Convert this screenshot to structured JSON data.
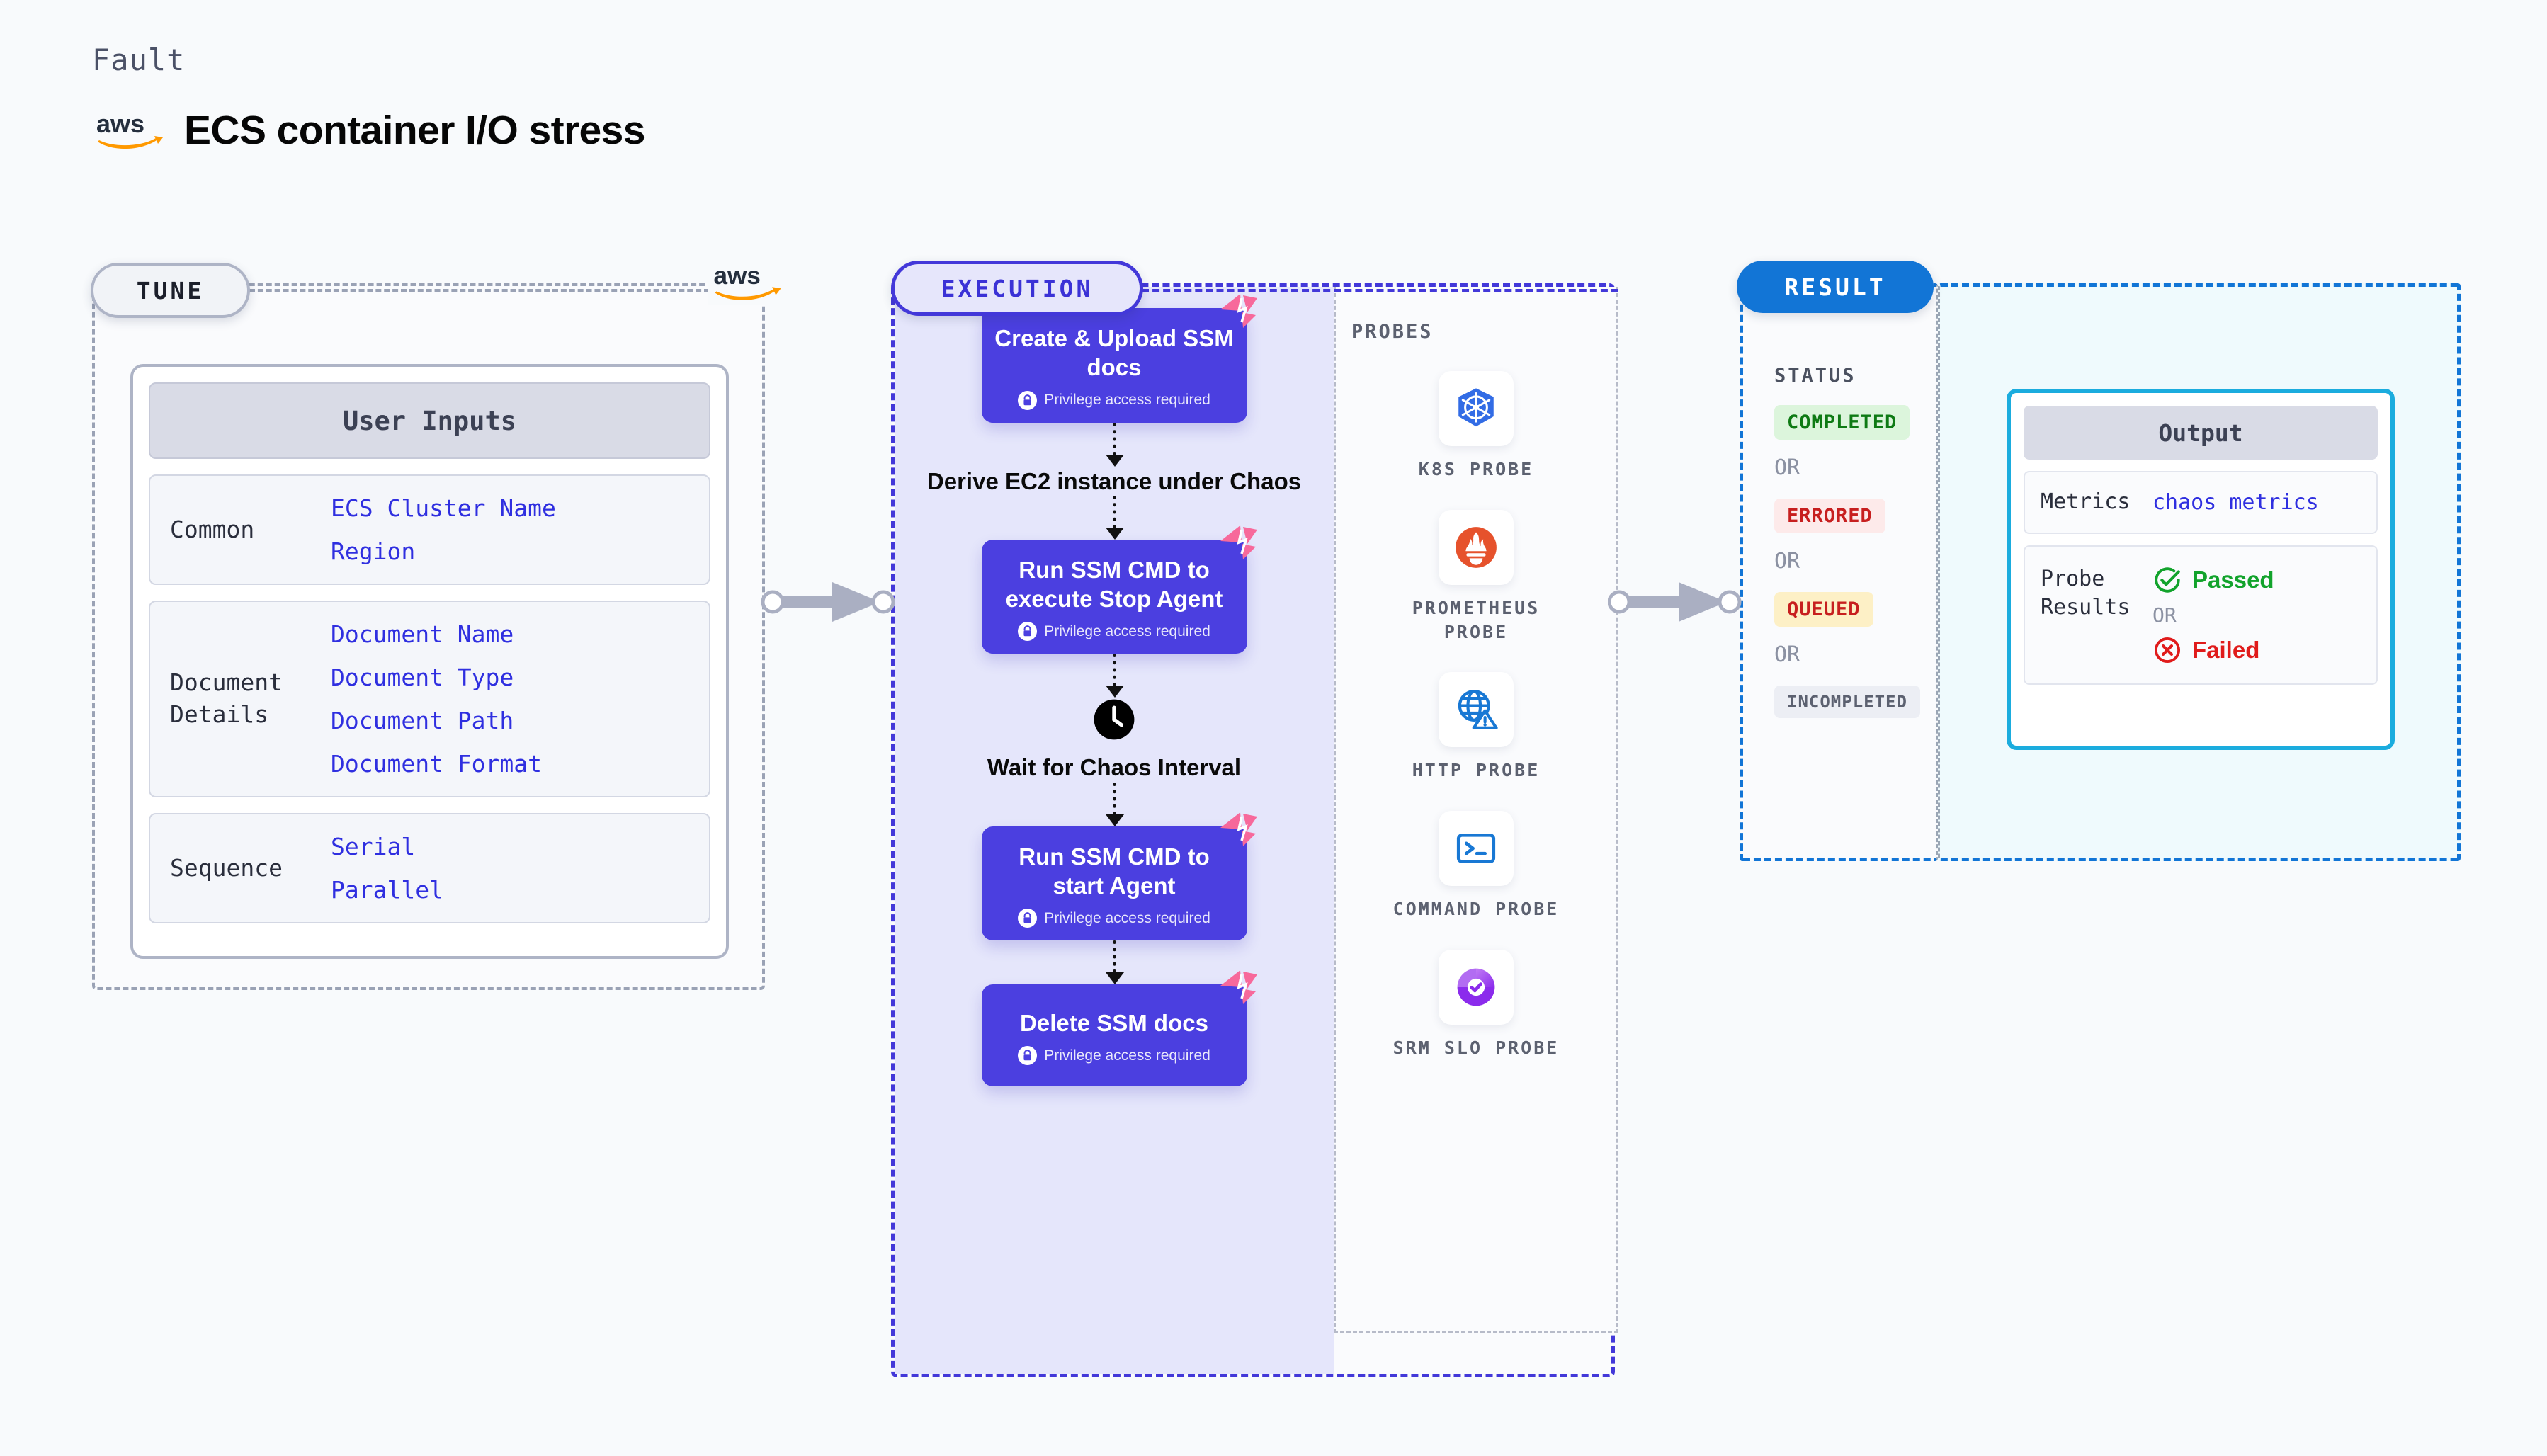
{
  "header": {
    "fault_label": "Fault",
    "title": "ECS container I/O stress",
    "logo": "aws-logo"
  },
  "tune": {
    "badge": "TUNE",
    "card_title": "User Inputs",
    "groups": [
      {
        "label": "Common",
        "values": [
          "ECS Cluster Name",
          "Region"
        ]
      },
      {
        "label": "Document\nDetails",
        "values": [
          "Document Name",
          "Document Type",
          "Document Path",
          "Document Format"
        ]
      },
      {
        "label": "Sequence",
        "values": [
          "Serial",
          "Parallel"
        ]
      }
    ]
  },
  "execution": {
    "badge": "EXECUTION",
    "privilege_text": "Privilege access required",
    "nodes": [
      {
        "type": "task",
        "title": "Create & Upload SSM docs",
        "privileged": true,
        "flag": true
      },
      {
        "type": "plain",
        "title": "Derive EC2 instance under Chaos"
      },
      {
        "type": "task",
        "title": "Run SSM CMD to execute Stop Agent",
        "privileged": true,
        "flag": true
      },
      {
        "type": "clock",
        "title": "Wait for Chaos Interval"
      },
      {
        "type": "task",
        "title": "Run SSM CMD to start Agent",
        "privileged": true,
        "flag": true
      },
      {
        "type": "task",
        "title": "Delete SSM docs",
        "privileged": true,
        "flag": true
      }
    ],
    "probes": {
      "label": "PROBES",
      "items": [
        {
          "name": "K8S PROBE",
          "icon": "kubernetes-icon"
        },
        {
          "name": "PROMETHEUS PROBE",
          "icon": "prometheus-icon"
        },
        {
          "name": "HTTP PROBE",
          "icon": "http-globe-icon"
        },
        {
          "name": "COMMAND PROBE",
          "icon": "terminal-icon"
        },
        {
          "name": "SRM SLO PROBE",
          "icon": "srm-slo-icon"
        }
      ]
    }
  },
  "result": {
    "badge": "RESULT",
    "status_label": "STATUS",
    "or_text": "OR",
    "statuses": [
      {
        "text": "COMPLETED",
        "bg": "#dcf5dc",
        "fg": "#0e7a14"
      },
      {
        "text": "ERRORED",
        "bg": "#fdeaea",
        "fg": "#c71f1f"
      },
      {
        "text": "QUEUED",
        "bg": "#fdf0c6",
        "fg": "#c71f1f"
      },
      {
        "text": "INCOMPLETED",
        "bg": "#eceef4",
        "fg": "#5c6170"
      }
    ],
    "output": {
      "title": "Output",
      "metrics_label": "Metrics",
      "metrics_value": "chaos metrics",
      "probe_results_label": "Probe\nResults",
      "passed_text": "Passed",
      "failed_text": "Failed",
      "or_text": "OR",
      "passed_color": "#12a32c",
      "failed_color": "#e01b1b"
    }
  },
  "colors": {
    "node_purple": "#4b3fe0",
    "flag_pink": "#f7699b",
    "result_blue": "#1275d6",
    "output_cyan": "#1bacde"
  }
}
